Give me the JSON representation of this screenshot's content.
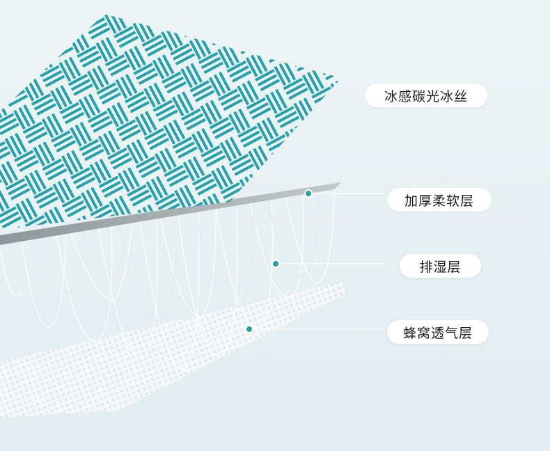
{
  "labels": [
    {
      "text": "冰感碳光冰丝"
    },
    {
      "text": "加厚柔软层"
    },
    {
      "text": "排湿层"
    },
    {
      "text": "蜂窝透气层"
    }
  ],
  "colors": {
    "accent": "#2a9d9a",
    "fabric_teal": "#2aa3ad",
    "background": "#eaf2f5"
  }
}
